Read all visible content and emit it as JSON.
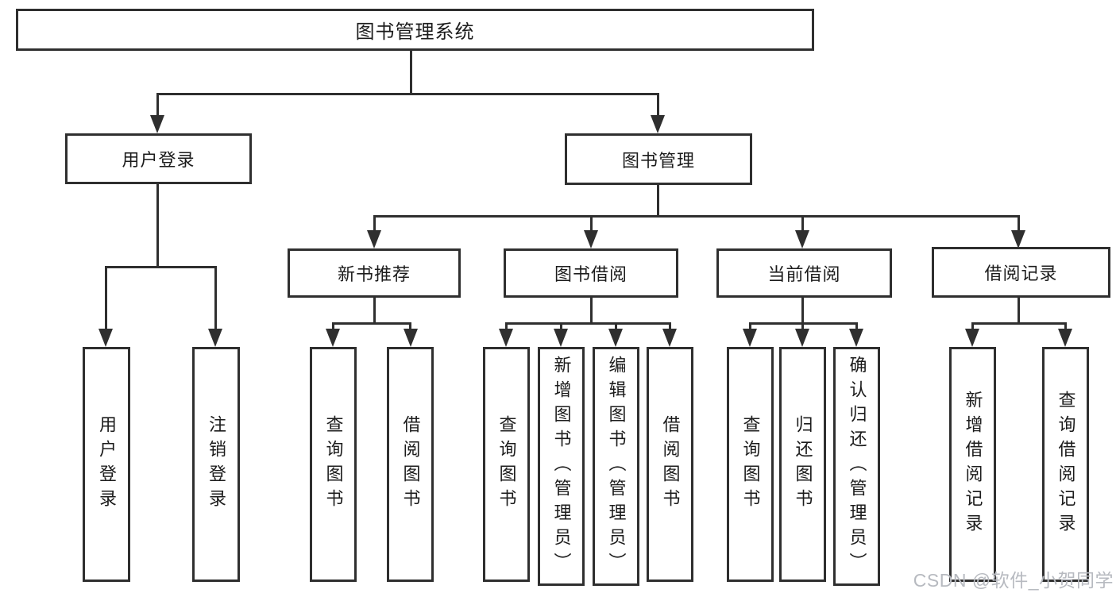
{
  "diagram": {
    "root": "图书管理系统",
    "branches": [
      {
        "label": "用户登录",
        "children": [
          "用户登录",
          "注销登录"
        ]
      },
      {
        "label": "图书管理",
        "modules": [
          {
            "label": "新书推荐",
            "children": [
              "查询图书",
              "借阅图书"
            ]
          },
          {
            "label": "图书借阅",
            "children": [
              "查询图书",
              "新增图书（管理员）",
              "编辑图书（管理员）",
              "借阅图书"
            ]
          },
          {
            "label": "当前借阅",
            "children": [
              "查询图书",
              "归还图书",
              "确认归还（管理员）"
            ]
          },
          {
            "label": "借阅记录",
            "children": [
              "新增借阅记录",
              "查询借阅记录"
            ]
          }
        ]
      }
    ]
  },
  "watermark": "CSDN @软件_小贺同学",
  "colors": {
    "line": "#2f2f2f",
    "text": "#1c1c1c",
    "watermark": "#b7bac0",
    "background": "#ffffff"
  }
}
